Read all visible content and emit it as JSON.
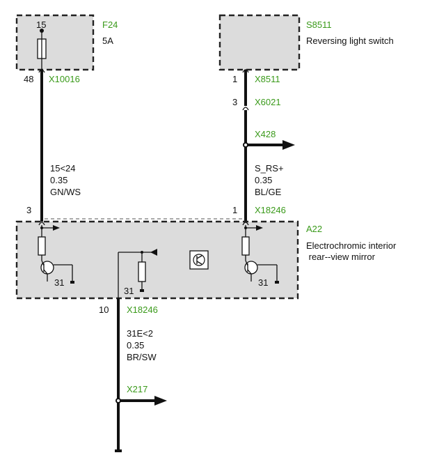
{
  "components": {
    "fuse": {
      "ref": "F24",
      "pin_top": "15",
      "rating": "5A",
      "pin_bottom": "48",
      "connector": "X10016"
    },
    "switch": {
      "ref": "S8511",
      "name": "Reversing light switch",
      "pin": "1",
      "connector": "X8511"
    },
    "module": {
      "ref": "A22",
      "name_line1": "Electrochromic interior",
      "name_line2": " rear--view mirror",
      "pin_left": "3",
      "pin_right": "1",
      "connector_top": "X18246",
      "pin_bottom": "10",
      "connector_bottom": "X18246",
      "ground_labels": [
        "31",
        "31",
        "31"
      ]
    }
  },
  "connectors": {
    "x6021": {
      "pin": "3",
      "ref": "X6021"
    },
    "x428": {
      "ref": "X428"
    },
    "x217": {
      "ref": "X217"
    }
  },
  "wires": {
    "left": {
      "signal": "15<24",
      "gauge": "0.35",
      "color": "GN/WS"
    },
    "right": {
      "signal": "S_RS+",
      "gauge": "0.35",
      "color": "BL/GE"
    },
    "bottom": {
      "signal": "31E<2",
      "gauge": "0.35",
      "color": "BR/SW"
    }
  },
  "colors": {
    "ref_text": "#3a9a1a",
    "box_fill": "#dcdcdc",
    "line": "#111111"
  }
}
